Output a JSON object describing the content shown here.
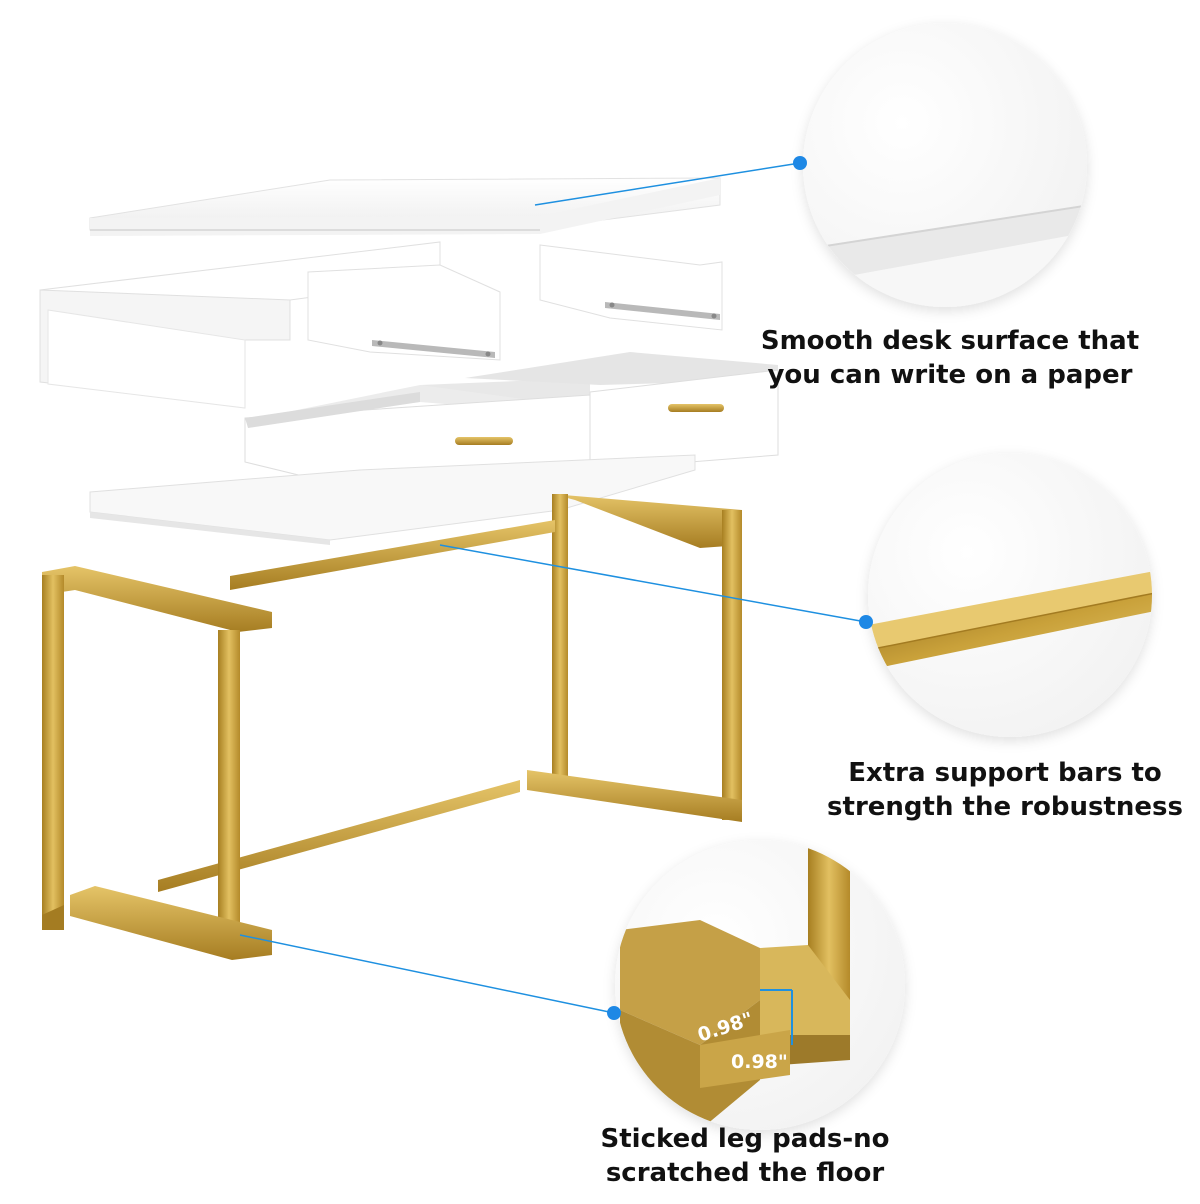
{
  "features": [
    {
      "id": "surface",
      "line1": "Smooth desk surface that",
      "line2": "you can write on a paper"
    },
    {
      "id": "bars",
      "line1": "Extra support bars to",
      "line2": "strength the robustness"
    },
    {
      "id": "pads",
      "line1": "Sticked leg pads-no",
      "line2": "scratched the floor"
    }
  ],
  "dimension_labels": {
    "width": "0.98\"",
    "height": "0.98\""
  },
  "colors": {
    "gold": "#c9a13a",
    "callout_line": "#1e90e0",
    "callout_dot": "#1e88e5",
    "panel_white": "#fbfbfb"
  }
}
